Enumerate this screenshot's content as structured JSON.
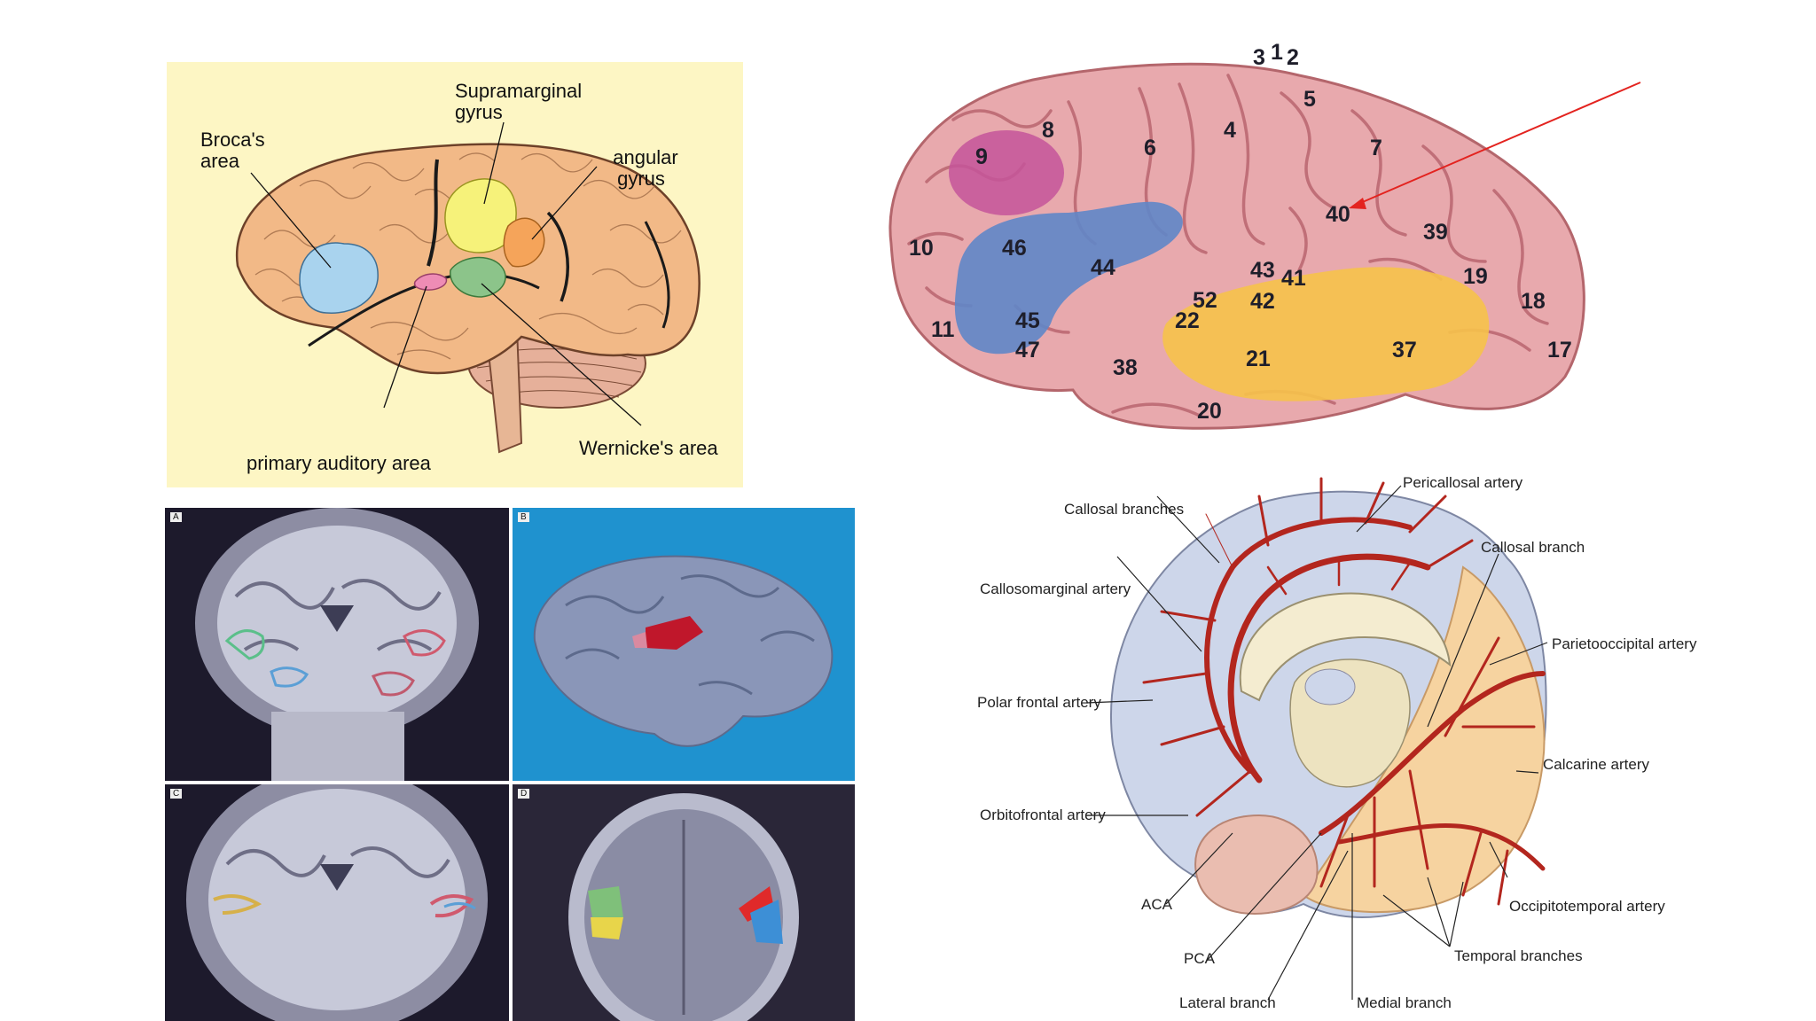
{
  "panel1": {
    "labels": {
      "supramarginal": "Supramarginal",
      "supramarginal2": "gyrus",
      "broca": "Broca's",
      "broca2": "area",
      "angular": "angular",
      "angular2": "gyrus",
      "primary_auditory": "primary auditory area",
      "wernicke": "Wernicke's area"
    }
  },
  "panel2": {
    "areas": [
      "3",
      "1",
      "2",
      "5",
      "8",
      "4",
      "6",
      "9",
      "7",
      "40",
      "39",
      "46",
      "10",
      "44",
      "43",
      "41",
      "19",
      "52",
      "42",
      "22",
      "18",
      "11",
      "45",
      "47",
      "21",
      "37",
      "17",
      "38",
      "20"
    ]
  },
  "mri": {
    "letters": [
      "A",
      "B",
      "C",
      "D"
    ]
  },
  "panel4": {
    "labels": {
      "pericallosal": "Pericallosal artery",
      "callosal_branches": "Callosal branches",
      "callosal_branch": "Callosal branch",
      "callosomarginal": "Callosomarginal artery",
      "parietooccipital": "Parietooccipital artery",
      "polar_frontal": "Polar frontal artery",
      "calcarine": "Calcarine artery",
      "orbitofrontal": "Orbitofrontal artery",
      "aca": "ACA",
      "occipitotemporal": "Occipitotemporal artery",
      "pca": "PCA",
      "temporal_branches": "Temporal branches",
      "lateral_branch": "Lateral branch",
      "medial_branch": "Medial branch"
    }
  },
  "colors": {
    "panel1_bg": "#fdf6c4",
    "brain_tan": "#f2b987",
    "broca": "#a9d3ee",
    "supramarginal": "#f6f27a",
    "angular": "#f5a45a",
    "wernicke": "#8cc48a",
    "auditory": "#ee8cb5",
    "brodmann_brain": "#e8a9ad",
    "area46": "#c4559a",
    "area44_45": "#5f86c8",
    "temporal_yellow": "#f6c24a",
    "arrow": "#e3231f",
    "mri_bg": "#1d1a2c",
    "render_bg": "#1f92cf",
    "artery": "#b3261e"
  }
}
